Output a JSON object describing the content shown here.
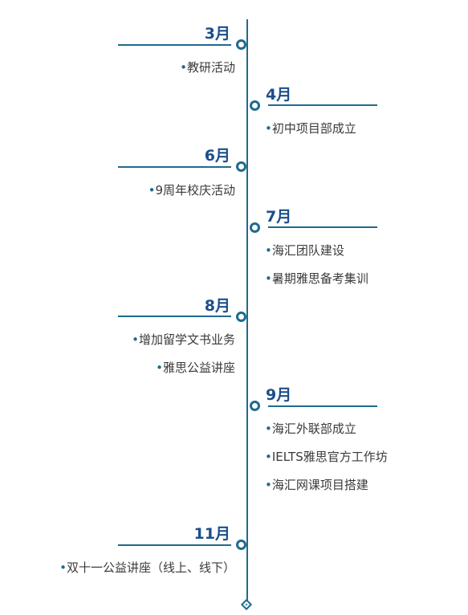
{
  "colors": {
    "accent": "#1f6a8e",
    "month_text": "#1d4e8a",
    "item_text": "#3a3a3a"
  },
  "bullet": "•",
  "events": [
    {
      "month": "3月",
      "side": "left",
      "items": [
        "教研活动"
      ]
    },
    {
      "month": "4月",
      "side": "right",
      "items": [
        "初中项目部成立"
      ]
    },
    {
      "month": "6月",
      "side": "left",
      "items": [
        "9周年校庆活动"
      ]
    },
    {
      "month": "7月",
      "side": "right",
      "items": [
        "海汇团队建设",
        "暑期雅思备考集训"
      ]
    },
    {
      "month": "8月",
      "side": "left",
      "items": [
        "增加留学文书业务",
        "雅思公益讲座"
      ]
    },
    {
      "month": "9月",
      "side": "right",
      "items": [
        "海汇外联部成立",
        "IELTS雅思官方工作坊",
        "海汇网课项目搭建"
      ]
    },
    {
      "month": "11月",
      "side": "left",
      "items": [
        "双十一公益讲座（线上、线下）"
      ]
    }
  ]
}
